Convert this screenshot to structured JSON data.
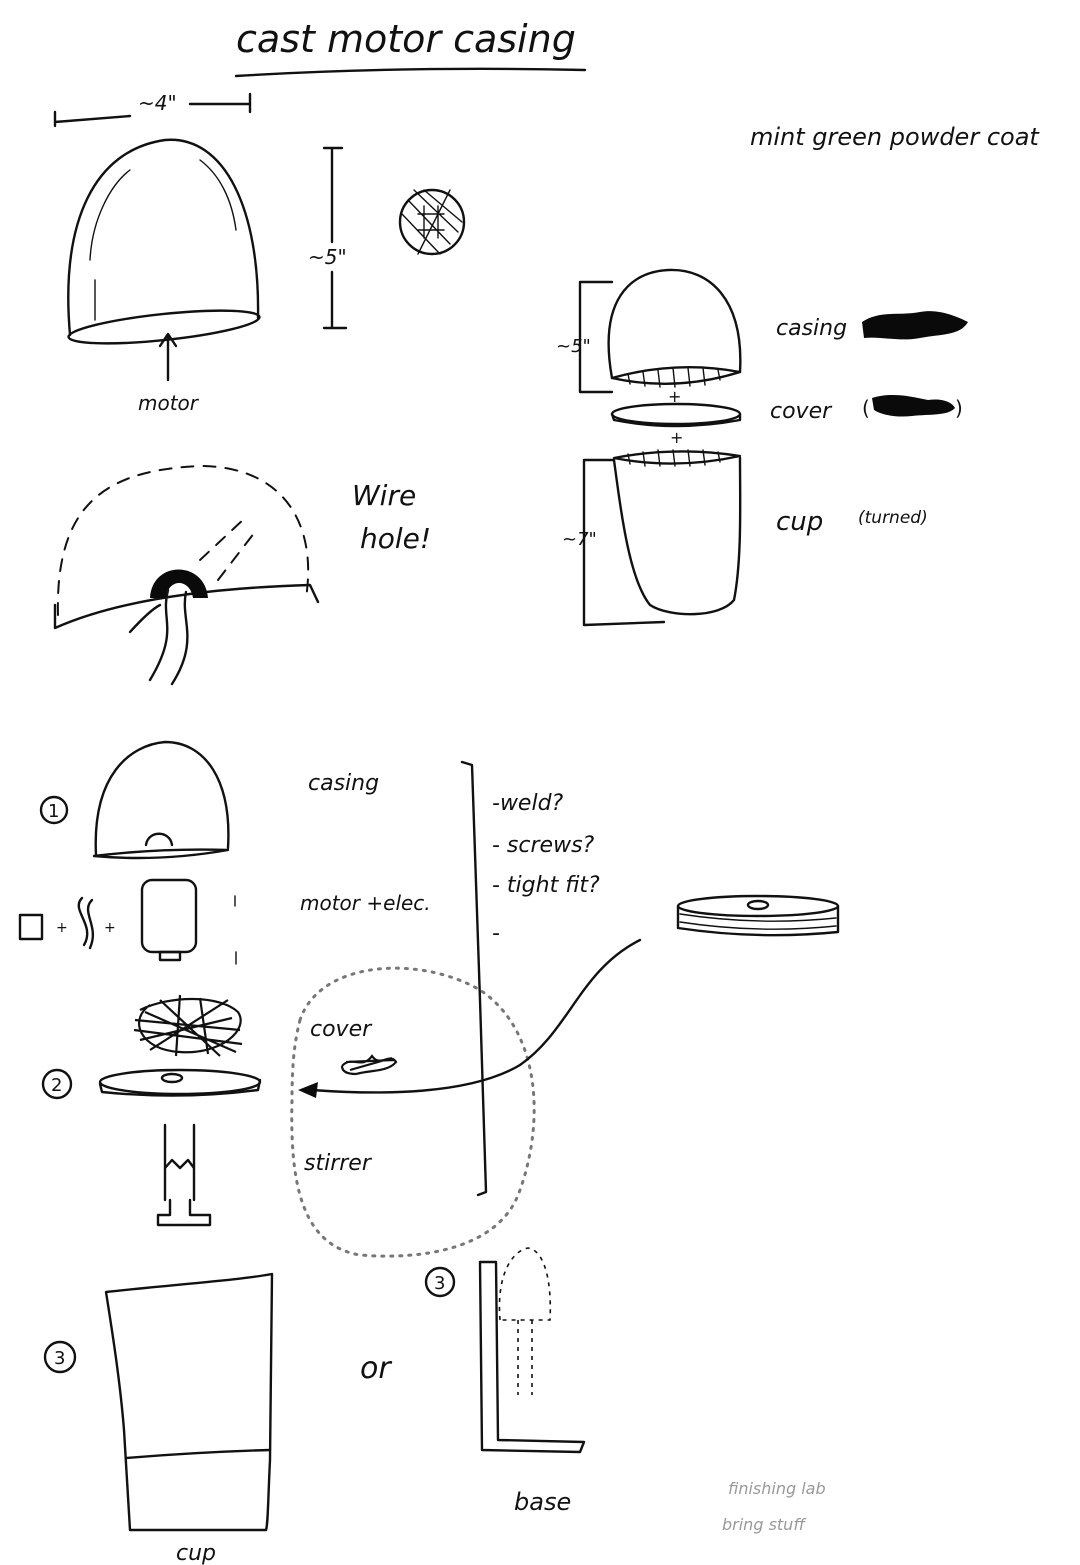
{
  "title": "cast motor casing",
  "top_left": {
    "width_label": "~4\"",
    "height_label": "~5\"",
    "motor_label": "motor"
  },
  "wire_note": {
    "line1": "Wire",
    "line2": "hole!"
  },
  "top_right": {
    "note": "mint green powder coat",
    "casing_label": "casing",
    "cover_label": "cover",
    "cover_paren_open": "(",
    "cover_paren_close": ")",
    "cup_label": "cup",
    "cup_note": "(turned)",
    "casing_height": "~5\"",
    "cup_height": "~7\""
  },
  "assembly": {
    "step1": "1",
    "step2": "2",
    "step3": "3",
    "step3b": "3",
    "casing_label": "casing",
    "motor_label": "motor +elec.",
    "cover_label": "cover",
    "stirrer_label": "stirrer",
    "or_label": "or",
    "cup_label": "cup",
    "base_label": "base",
    "joining_options": [
      "-weld?",
      "- screws?",
      "- tight fit?",
      "-"
    ],
    "plus_signs": [
      "+",
      "+"
    ]
  },
  "corner_note": {
    "line1": "finishing lab",
    "line2": "bring stuff"
  }
}
